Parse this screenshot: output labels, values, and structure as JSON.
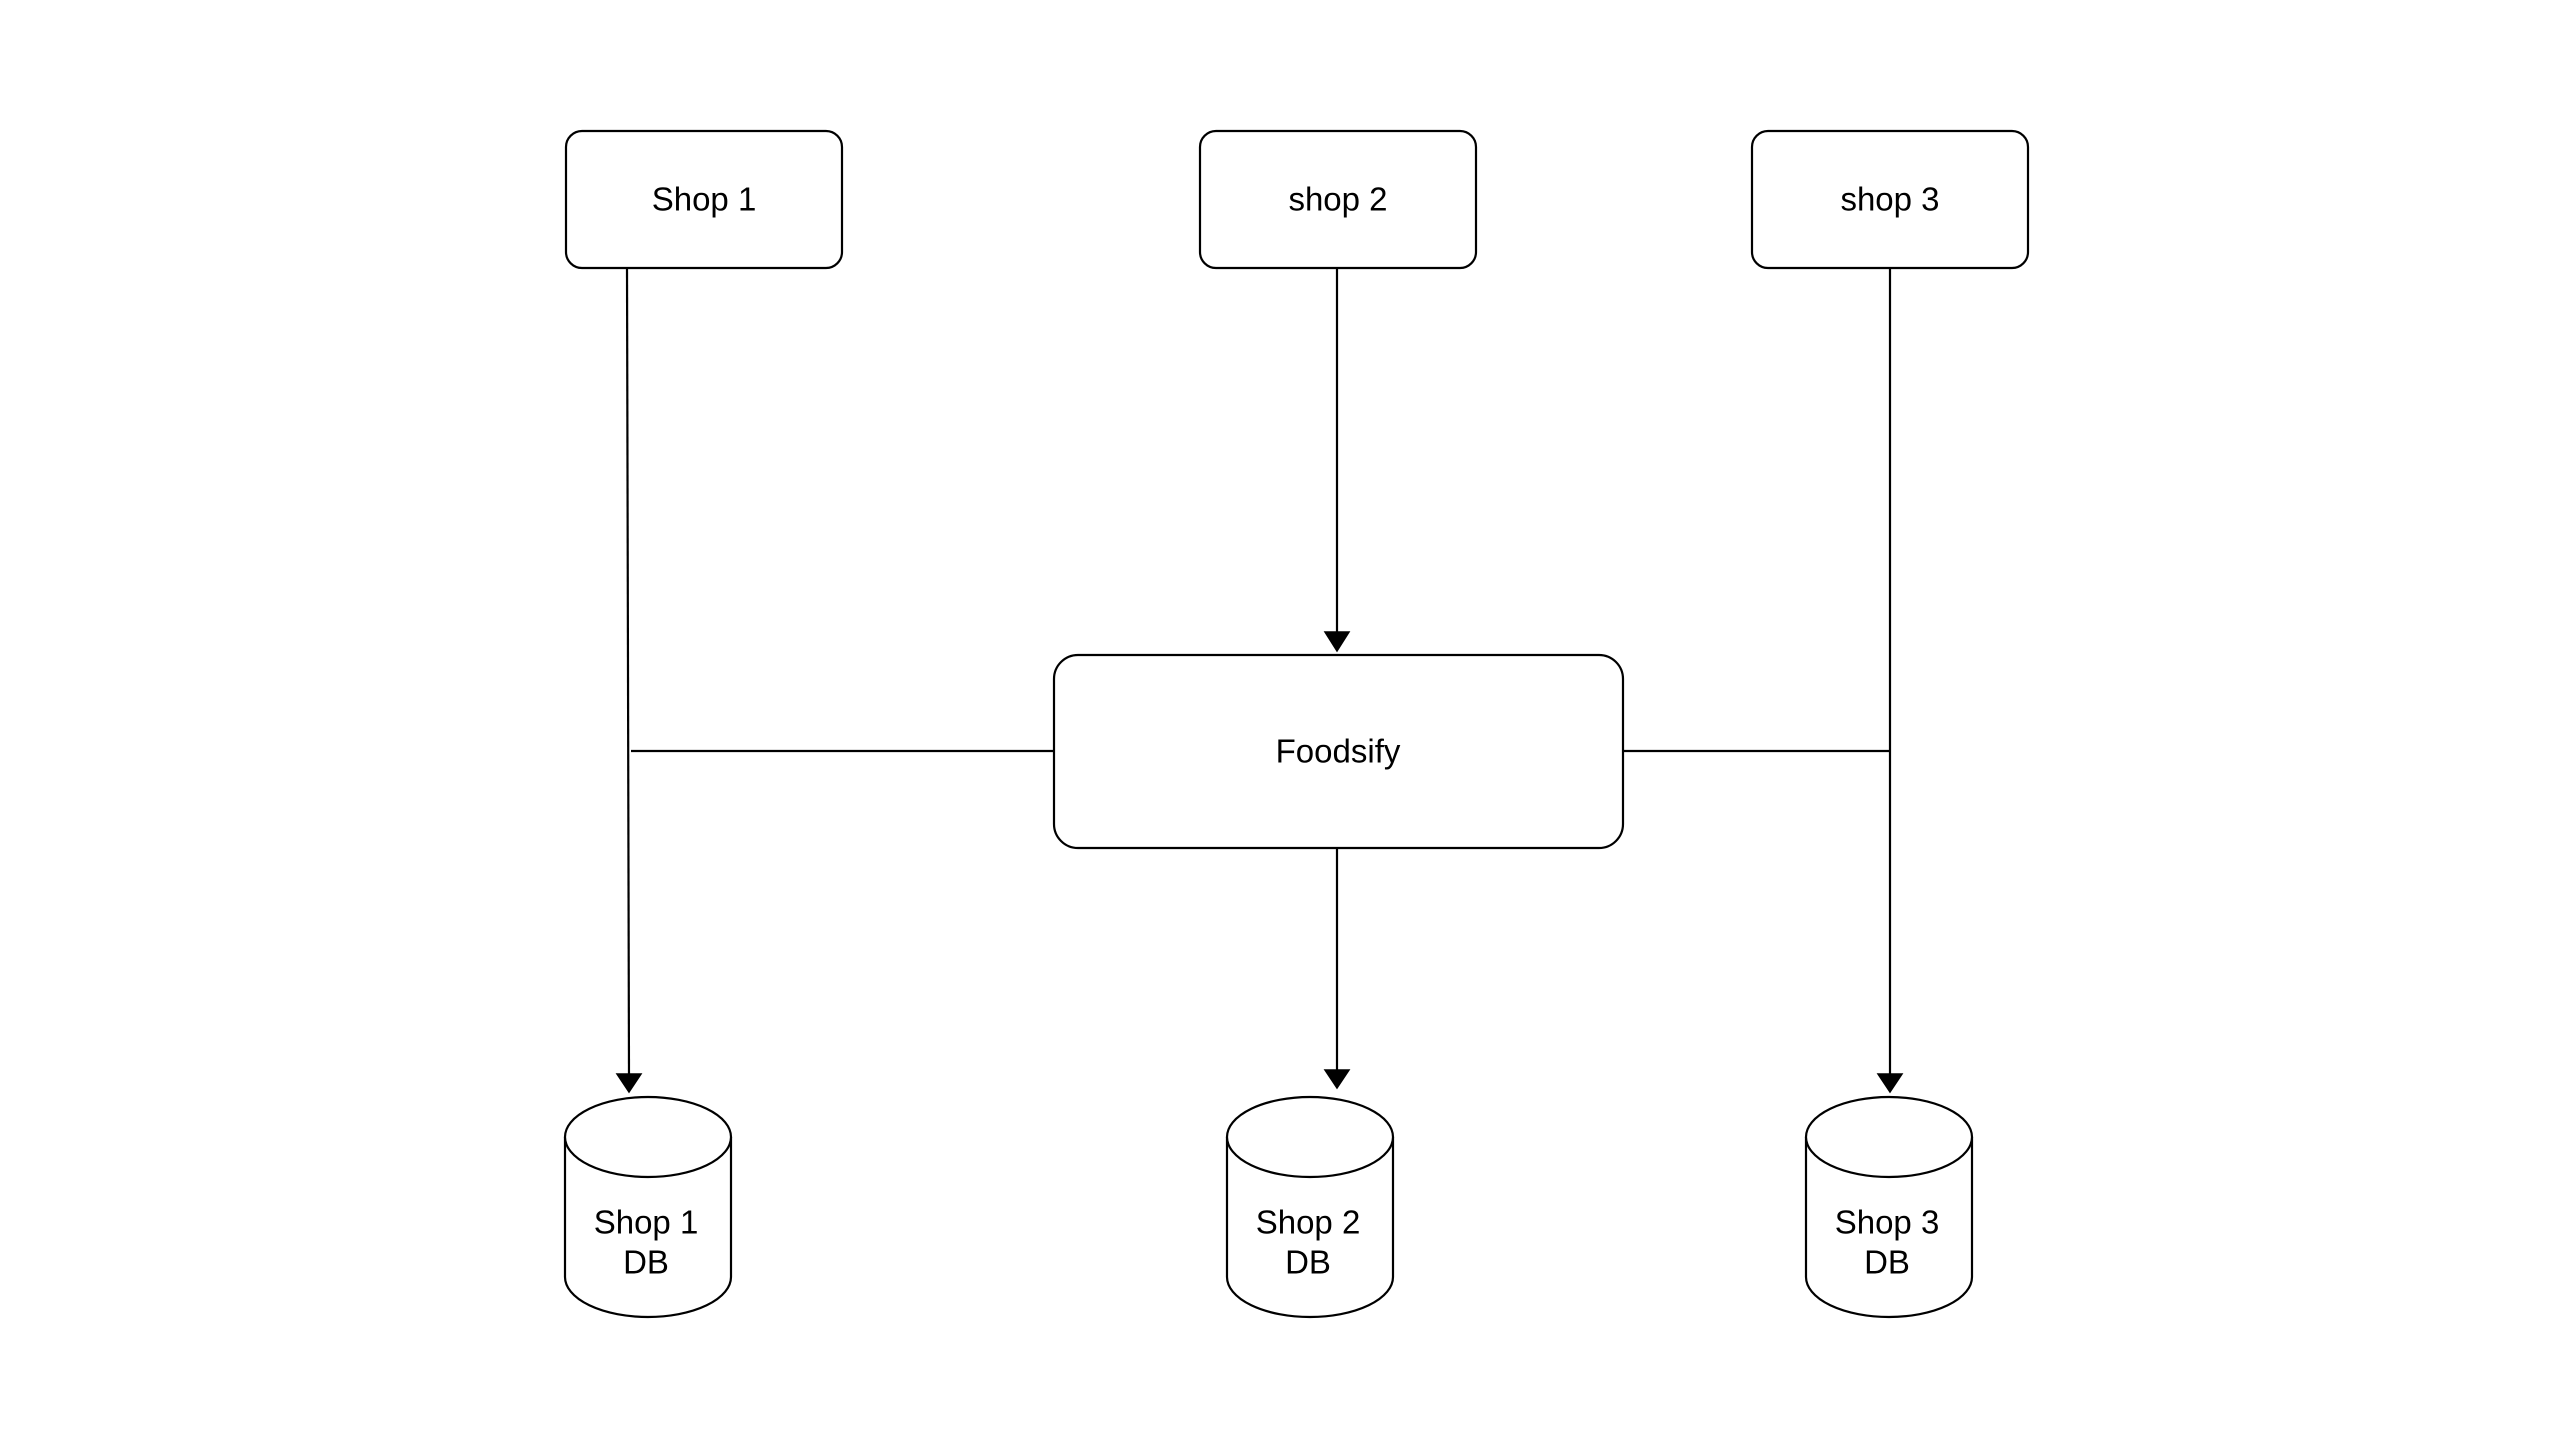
{
  "diagram": {
    "nodes": {
      "shop1": {
        "label": "Shop 1"
      },
      "shop2": {
        "label": "shop 2"
      },
      "shop3": {
        "label": "shop 3"
      },
      "foodsify": {
        "label": "Foodsify"
      },
      "shop1_db": {
        "line1": "Shop 1",
        "line2": "DB"
      },
      "shop2_db": {
        "line1": "Shop 2",
        "line2": "DB"
      },
      "shop3_db": {
        "line1": "Shop 3",
        "line2": "DB"
      }
    },
    "edges": [
      {
        "from": "shop1",
        "to": "shop1_db",
        "arrow": true
      },
      {
        "from": "shop2",
        "to": "foodsify",
        "arrow": true
      },
      {
        "from": "shop3",
        "to": "shop3_db",
        "arrow": true
      },
      {
        "from": "foodsify",
        "to": "shop1_db",
        "arrow": false,
        "note": "joins shop1 line"
      },
      {
        "from": "foodsify",
        "to": "shop2_db",
        "arrow": true
      },
      {
        "from": "foodsify",
        "to": "shop3_db",
        "arrow": false,
        "note": "joins shop3 line"
      }
    ],
    "colors": {
      "stroke": "#000000",
      "fill": "#ffffff",
      "background": "#ffffff"
    }
  }
}
